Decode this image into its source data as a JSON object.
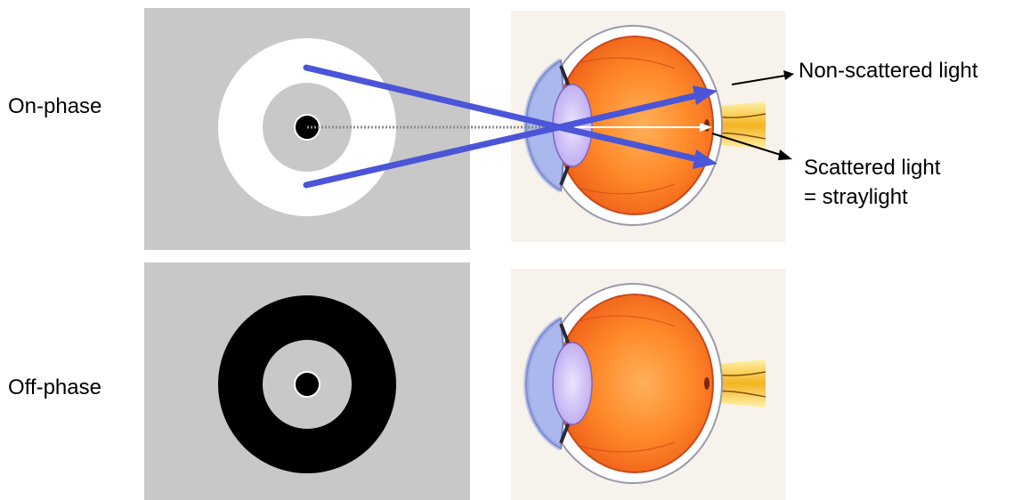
{
  "labels": {
    "on_phase": "On-phase",
    "off_phase": "Off-phase",
    "non_scattered": "Non-scattered light",
    "scattered_line1": "Scattered light",
    "scattered_line2": "= straylight"
  },
  "colors": {
    "stimulus_background": "#c8c8c8",
    "eye_panel_background": "#f8f2ec",
    "ray_blue": "#4a55d8",
    "eye_orange": "#ff7a1c",
    "lens_violet": "#c7b6f2",
    "cornea_blue": "#a9b8ec",
    "nerve_yellow": "#f6c431"
  },
  "icons": {
    "ring_stimulus": "ring-stimulus-icon",
    "eye": "eye-cross-section-icon"
  }
}
